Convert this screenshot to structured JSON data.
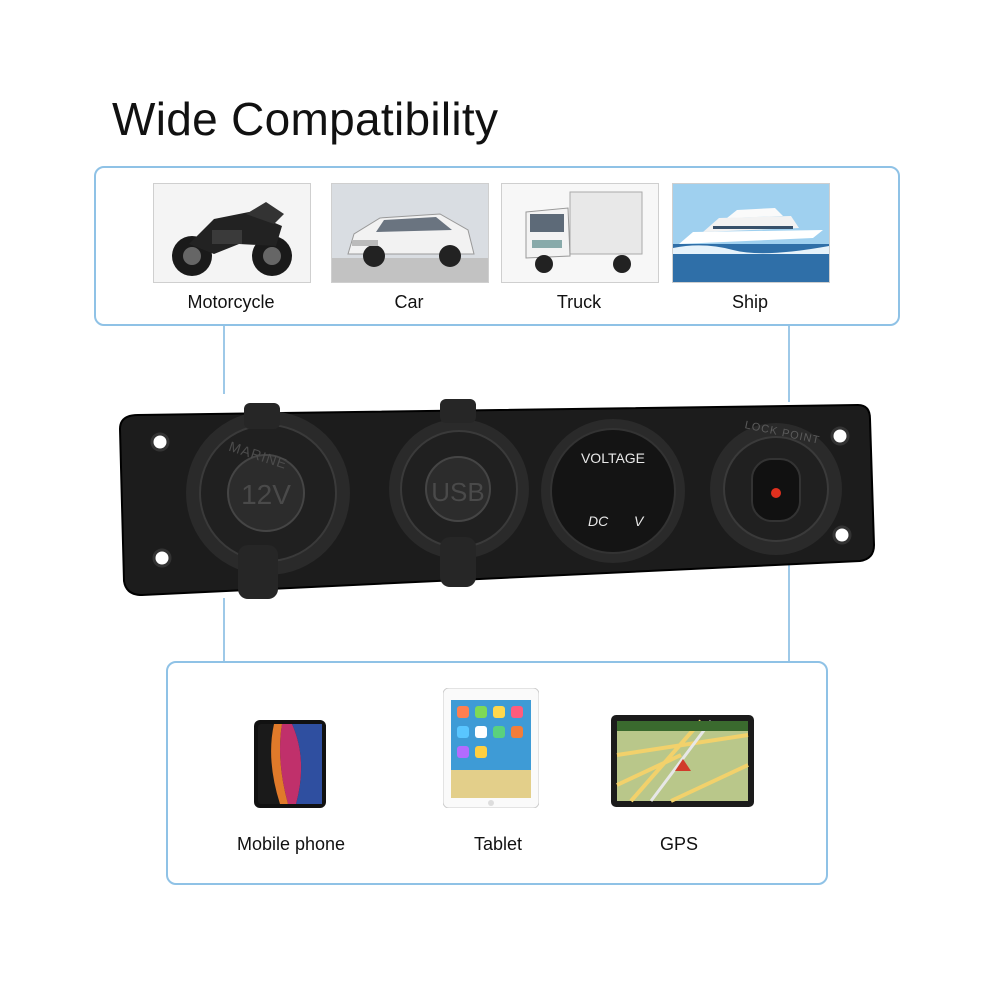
{
  "title": "Wide Compatibility",
  "vehicles": [
    {
      "label": "Motorcycle",
      "icon": "motorcycle-photo"
    },
    {
      "label": "Car",
      "icon": "car-photo"
    },
    {
      "label": "Truck",
      "icon": "truck-photo"
    },
    {
      "label": "Ship",
      "icon": "ship-photo"
    }
  ],
  "panel": {
    "socket_12v": {
      "ring_text": "MARINE",
      "cap_text": "12V"
    },
    "socket_usb": {
      "cap_text": "USB"
    },
    "voltmeter": {
      "top_text": "VOLTAGE",
      "left_text": "DC",
      "right_text": "V"
    },
    "switch": {
      "ring_text": "LOCK POINT"
    },
    "accent_color": "#2a8fd8",
    "switch_led_color": "#e0301e"
  },
  "devices": [
    {
      "label": "Mobile phone",
      "icon": "phone-photo"
    },
    {
      "label": "Tablet",
      "icon": "tablet-photo"
    },
    {
      "label": "GPS",
      "icon": "gps-photo"
    }
  ],
  "colors": {
    "frame_border": "#8fc2e6",
    "connector_line": "#9ec9e8"
  }
}
